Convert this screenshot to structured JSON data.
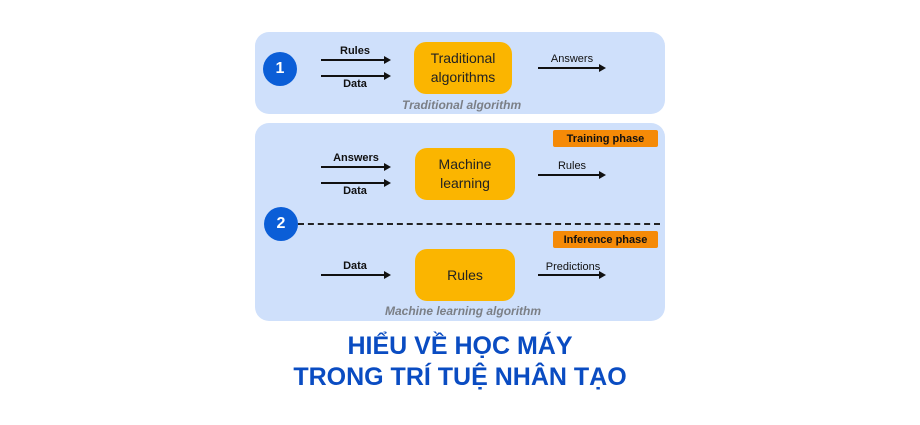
{
  "section1": {
    "number": "1",
    "input_top": "Rules",
    "input_bottom": "Data",
    "box": "Traditional algorithms",
    "output": "Answers",
    "caption": "Traditional algorithm"
  },
  "section2": {
    "number": "2",
    "training_phase": "Training phase",
    "inference_phase": "Inference phase",
    "training": {
      "input_top": "Answers",
      "input_bottom": "Data",
      "box": "Machine learning",
      "output": "Rules"
    },
    "inference": {
      "input": "Data",
      "box": "Rules",
      "output": "Predictions"
    },
    "caption": "Machine learning algorithm"
  },
  "title": {
    "line1": "HIỂU VỀ HỌC MÁY",
    "line2": "TRONG TRÍ TUỆ NHÂN TẠO"
  },
  "colors": {
    "panel": "#cfe0fb",
    "box": "#fbb500",
    "phase": "#f58a07",
    "accent": "#0b5ed7"
  }
}
